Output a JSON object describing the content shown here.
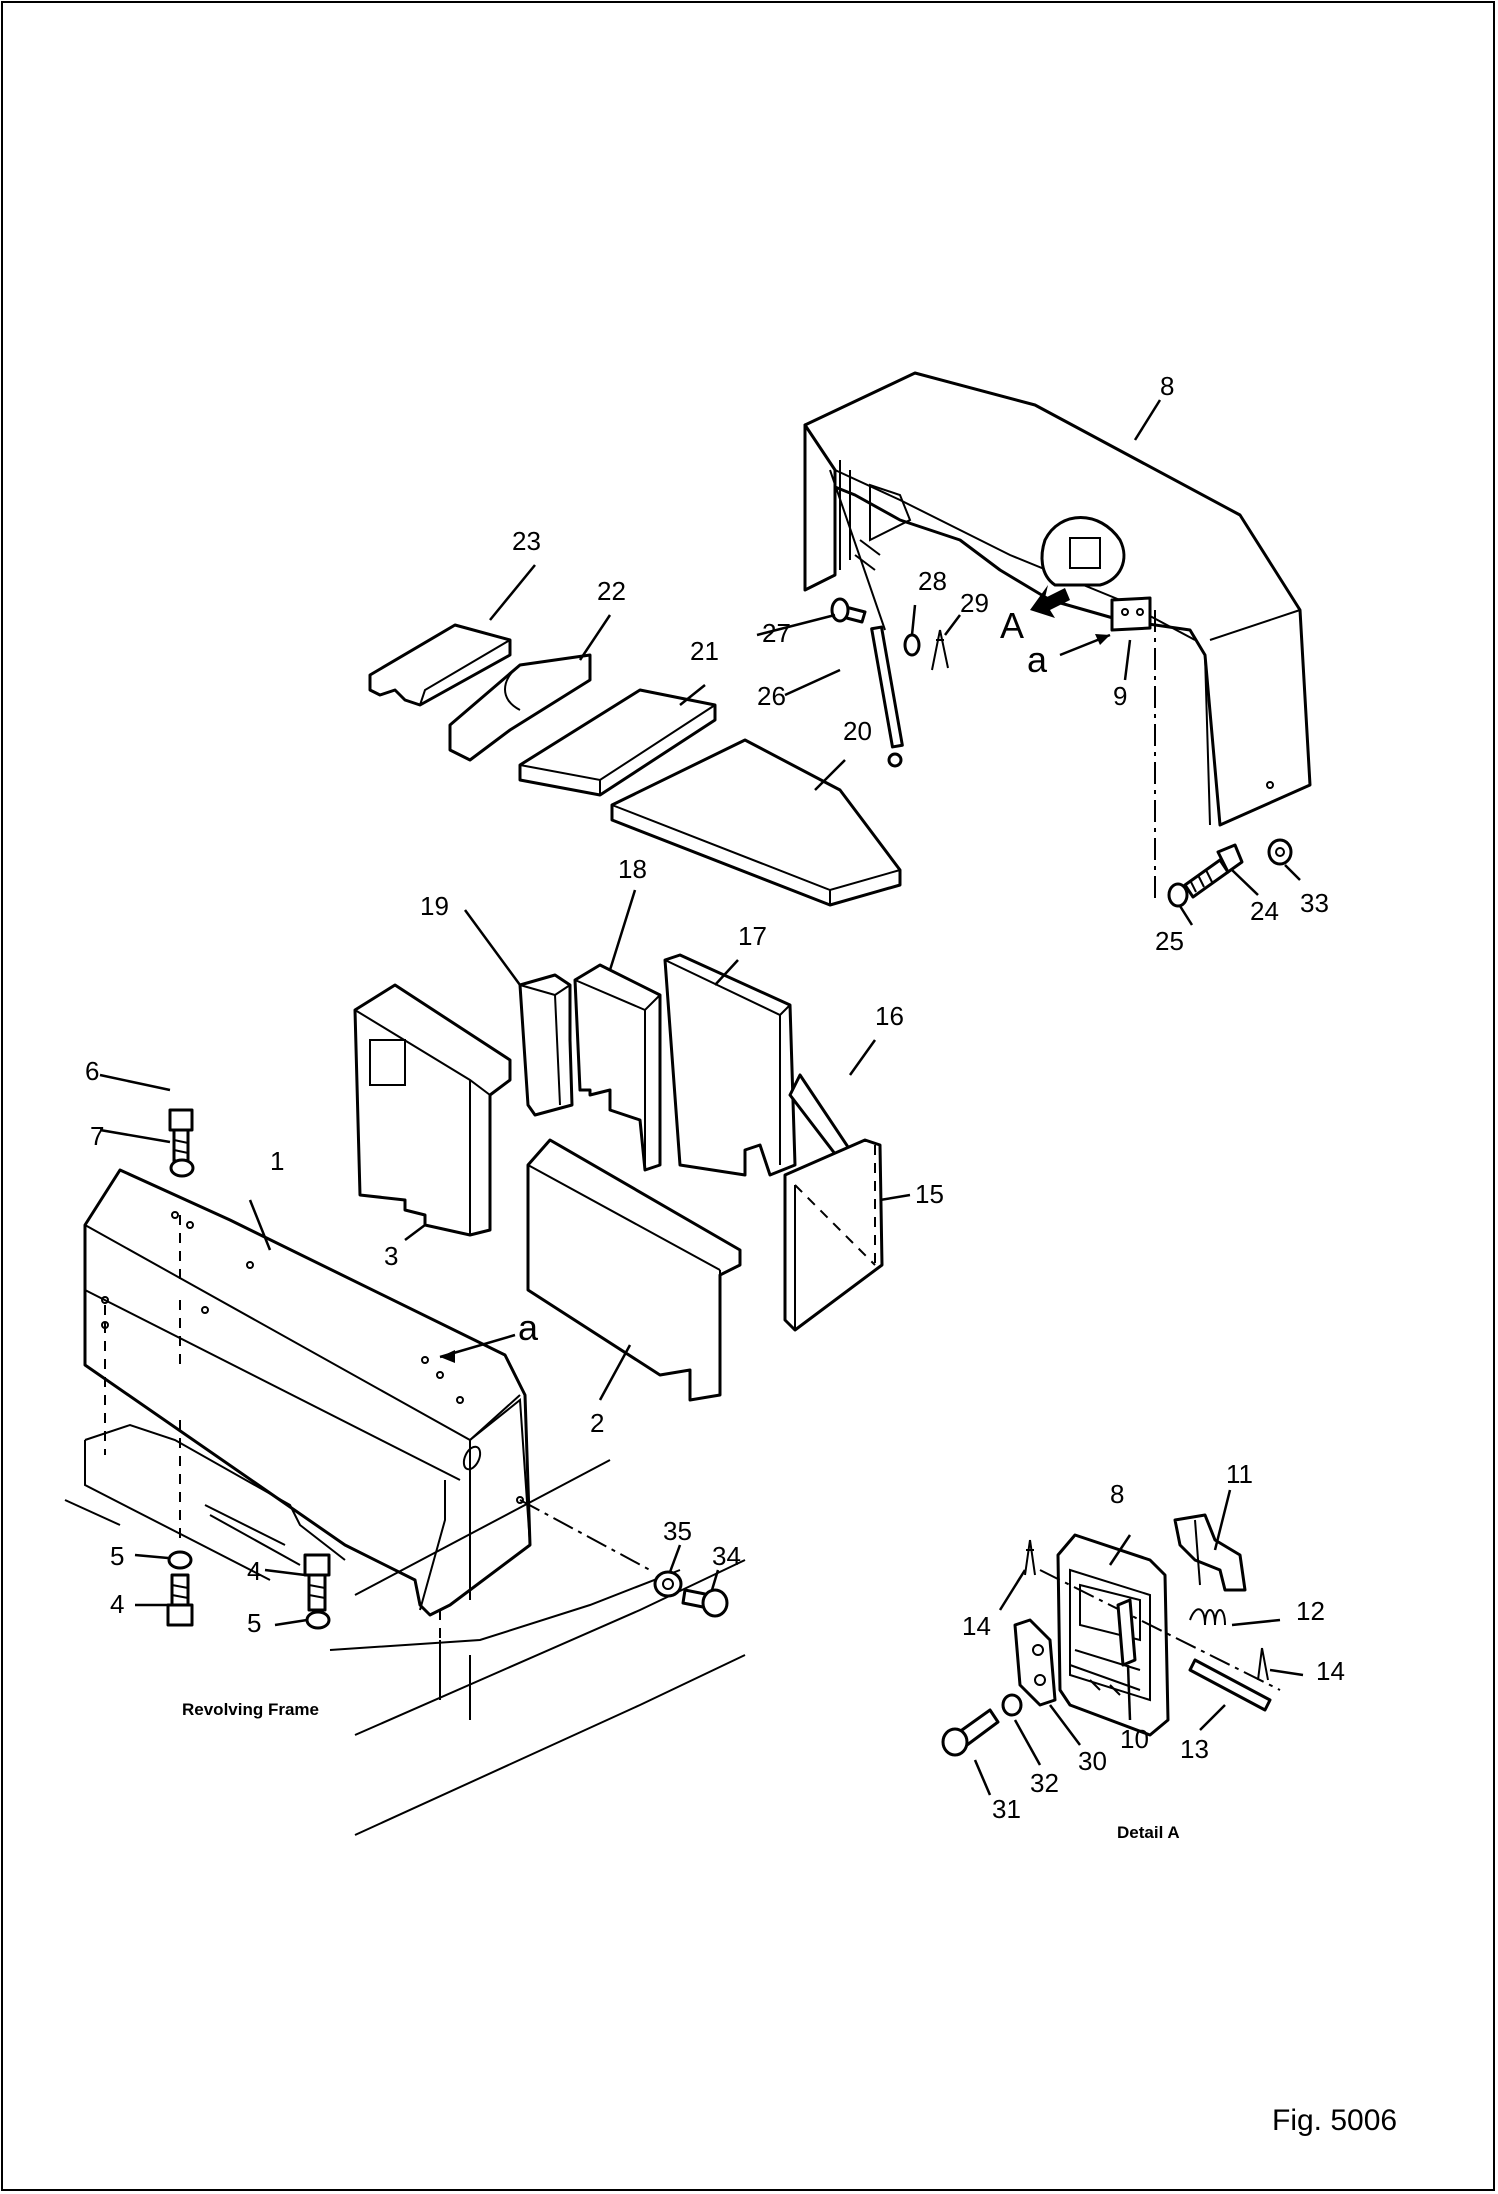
{
  "labels": {
    "p1": "1",
    "p2": "2",
    "p3": "3",
    "p4a": "4",
    "p4b": "4",
    "p5a": "5",
    "p5b": "5",
    "p6": "6",
    "p7": "7",
    "p8": "8",
    "p8b": "8",
    "p9": "9",
    "p10": "10",
    "p11": "11",
    "p12": "12",
    "p13": "13",
    "p14a": "14",
    "p14b": "14",
    "p15": "15",
    "p16": "16",
    "p17": "17",
    "p18": "18",
    "p19": "19",
    "p20": "20",
    "p21": "21",
    "p22": "22",
    "p23": "23",
    "p24": "24",
    "p25": "25",
    "p26": "26",
    "p27": "27",
    "p28": "28",
    "p29": "29",
    "p30": "30",
    "p31": "31",
    "p32": "32",
    "p33": "33",
    "p34": "34",
    "p35": "35"
  },
  "markers": {
    "view_A": "A",
    "ref_a_top": "a",
    "ref_a_bottom": "a"
  },
  "captions": {
    "revolving_frame": "Revolving Frame",
    "detail_a": "Detail A"
  },
  "figure_number": "Fig. 5006"
}
